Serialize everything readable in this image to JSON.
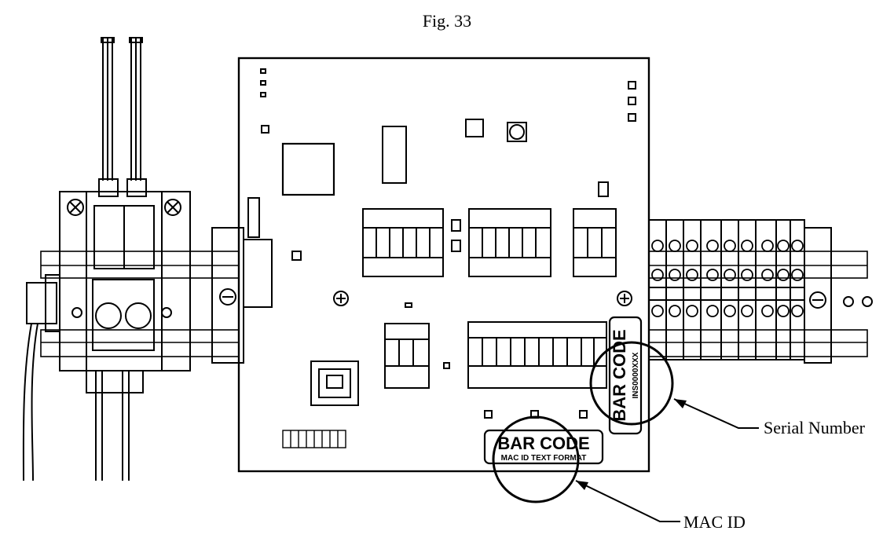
{
  "figure": {
    "title": "Fig. 33"
  },
  "labels": {
    "barcode_serial_title": "BAR CODE",
    "barcode_serial_code": "INS0000XXX",
    "barcode_mac_title": "BAR CODE",
    "barcode_mac_subtitle": "MAC ID TEXT FORMAT"
  },
  "callouts": {
    "serial_number": "Serial Number",
    "mac_id": "MAC ID"
  }
}
